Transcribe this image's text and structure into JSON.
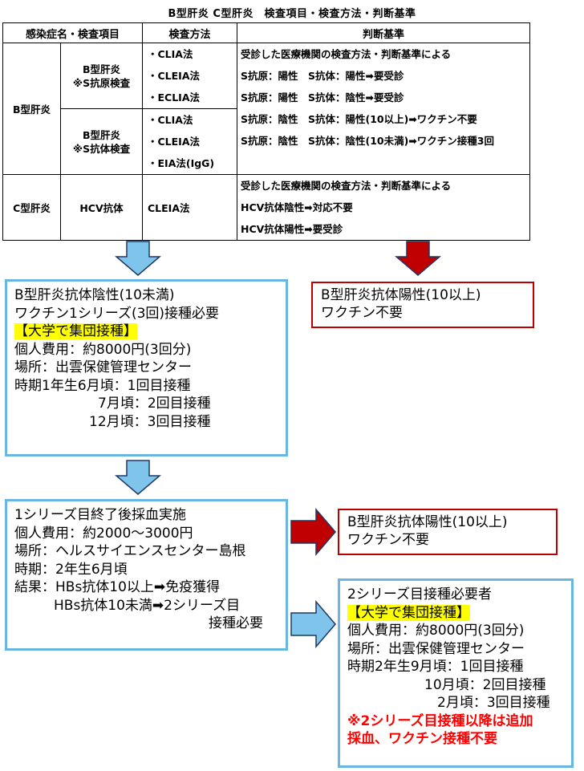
{
  "title": "B型肝炎 C型肝炎　検査項目・検査方法・判断基準",
  "table": {
    "headers": [
      "感染症名・検査項目",
      "検査方法",
      "判断基準"
    ],
    "hepb_label": "B型肝炎",
    "hepc_label": "C型肝炎",
    "s_antigen": {
      "line1": "B型肝炎",
      "line2": "※S抗原検査",
      "methods": [
        "・CLIA法",
        "・CLEIA法",
        "・ECLIA法"
      ]
    },
    "s_antibody": {
      "line1": "B型肝炎",
      "line2": "※S抗体検査",
      "methods": [
        "・CLIA法",
        "・CLEIA法",
        "・EIA法(IgG)"
      ]
    },
    "hepb_criteria": [
      "受診した医療機関の検査方法・判断基準による",
      "S抗原：陽性　S抗体：陽性➡要受診",
      "S抗原：陽性　S抗体：陰性➡要受診",
      "S抗原：陰性　S抗体：陽性(10以上)➡ワクチン不要",
      "S抗原：陰性　S抗体：陰性(10未満)➡ワクチン接種3回"
    ],
    "hcv_item": "HCV抗体",
    "hcv_method": "CLEIA法",
    "hepc_criteria": [
      "受診した医療機関の検査方法・判断基準による",
      "HCV抗体陰性➡対応不要",
      "HCV抗体陽性➡要受診"
    ]
  },
  "box1": {
    "lines": [
      "B型肝炎抗体陰性(10未満)",
      "ワクチン1シリーズ(3回)接種必要"
    ],
    "highlight": "【大学で集団接種】",
    "details": [
      "個人費用：約8000円(3回分)",
      "場所：出雲保健管理センター",
      "時期1年生6月頃：1回目接種",
      "7月頃：2回目接種",
      "12月頃：3回目接種"
    ]
  },
  "red_box1": {
    "lines": [
      "B型肝炎抗体陽性(10以上)",
      "ワクチン不要"
    ]
  },
  "box2": {
    "lines": [
      "1シリーズ目終了後採血実施",
      "個人費用：約2000～3000円",
      "場所：ヘルスサイエンスセンター島根",
      "時期：2年生6月頃",
      "結果：HBs抗体10以上➡免疫獲得",
      "HBs抗体10未満➡2シリーズ目",
      "接種必要"
    ]
  },
  "red_box2": {
    "lines": [
      "B型肝炎抗体陽性(10以上)",
      "ワクチン不要"
    ]
  },
  "box3": {
    "line1": "2シリーズ目接種必要者",
    "highlight": "【大学で集団接種】",
    "details": [
      "個人費用：約8000円(3回分)",
      "場所：出雲保健管理センター",
      "時期2年生9月頃：1回目接種",
      "10月頃：2回目接種",
      "2月頃：3回目接種"
    ],
    "warning": [
      "※2シリーズ目接種以降は追加",
      "採血、ワクチン接種不要"
    ]
  },
  "colors": {
    "blue_arrow_fill": "#7fc4ea",
    "blue_border": "#6ab6e2",
    "red_arrow_fill": "#c00000",
    "arrow_stroke": "#1f3864",
    "highlight": "#ffff00",
    "warning_text": "#ff0000"
  }
}
